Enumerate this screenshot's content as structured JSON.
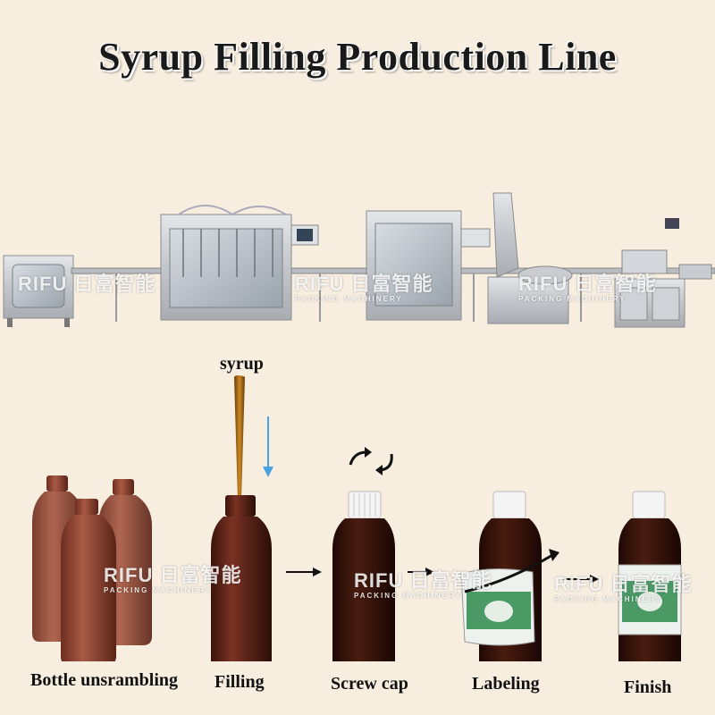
{
  "title": "Syrup Filling Production Line",
  "syrup_label": "syrup",
  "watermark": {
    "brand": "RIFU",
    "cn": "日富智能",
    "sub": "PACKING MACHINERY"
  },
  "steps": [
    {
      "label": "Bottle unsrambling"
    },
    {
      "label": "Filling"
    },
    {
      "label": "Screw cap"
    },
    {
      "label": "Labeling"
    },
    {
      "label": "Finish"
    }
  ],
  "colors": {
    "background": "#f8eee0",
    "bottle": "#5a2418",
    "syrup": "#9a5a12",
    "arrow_blue": "#4aa3e0",
    "label_green": "#2e8b4e"
  }
}
